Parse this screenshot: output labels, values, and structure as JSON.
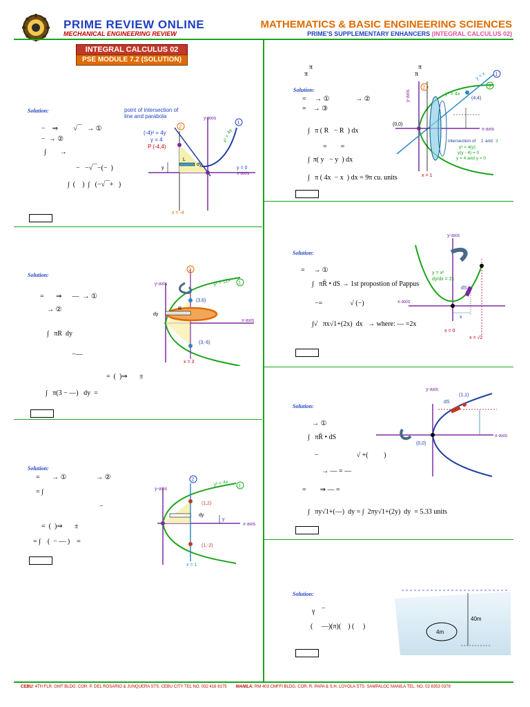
{
  "header": {
    "brand": "PRIME REVIEW ONLINE",
    "brand_sub": "MECHANICAL ENGINEERING REVIEW",
    "subject": "MATHEMATICS & BASIC ENGINEERING SCIENCES",
    "pse_prefix": "PRIME'S SUPPLEMENTARY ENHANCERS",
    "pse_topic": "(INTEGRAL CALCULUS 02)",
    "title": "INTEGRAL CALCULUS 02",
    "module": "PSE MODULE 7.2 (SOLUTION)"
  },
  "solution_label": "Solution:",
  "p1": {
    "eq1": "−    ⇒         √‾‾   → ①",
    "eq2": "−  → ②",
    "eq3": "∫        →",
    "eq4": "−   −√‾‾−(−  )",
    "eq5": "∫  (    )  ∫   (−√‾‾+   )",
    "note": "point of intersection of line and parabola",
    "l1": "(-4)² = 4y",
    "l2": "y = 4",
    "l3": "P (-4,4)",
    "curve": "x² = 4y",
    "yaxis": "y-axis",
    "xaxis": "x-axis",
    "y0": "y = 0",
    "xm4": "x = -4",
    "L": "L",
    "dy": "dy",
    "y": "y",
    "n1": "1",
    "n2": "2"
  },
  "p2": {
    "pi1": "π",
    "pi2": "π",
    "pi3": "π",
    "pi4": "π",
    "eq1": "=     → ①               → ②",
    "eq2": "=    → ③",
    "eq3": "∫   π ( R   − R  ) dx",
    "eq4": "=        =",
    "eq5": "∫  π( y   − y  ) dx",
    "eq6": "∫   π ( 4x  − x  ) dx = 9π cu. units",
    "yaxis": "y-axis",
    "xaxis": "x-axis",
    "c1": "y² = 4x",
    "c2": "y = x",
    "pt1": "(4,4)",
    "pt0": "(0,0)",
    "i1": "intersection of",
    "i1a": "1",
    "i1b": "and",
    "i1c": "3",
    "i2": "y² = 4(y)",
    "i3": "y(y - 4) = 0",
    "i4": "y = 4  and y = 0",
    "x1": "x = 1",
    "n1": "1",
    "n2": "2",
    "n3": "3"
  },
  "p3": {
    "eq1": "=       ⇒      —  → ①",
    "eq2": "→ ②",
    "eq3": "∫   πR  dy",
    "eq4": "−—",
    "eq5": "=  (  )⇒       ±",
    "eq6": "∫   π(3 − —)   dy  =",
    "yaxis": "y-axis",
    "xaxis": "x-axis",
    "curve": "y² = 12x",
    "pt1": "(3,6)",
    "pt2": "(3,-6)",
    "x3": "x = 3",
    "R": "R",
    "dy": "dy",
    "n1": "1",
    "n2": "2"
  },
  "p4": {
    "eq1": "=     → ①",
    "eq2": "∫   πR̄ • dS → 1st propostion of Pappus",
    "eq3": "−=                √ (−)",
    "eq4": "∫√   πx√1+(2x)  dx   → where: — =2x",
    "yaxis": "y-axis",
    "xaxis": "x-axis",
    "c1": "y = x²",
    "c2": "dy/dx = 2x",
    "dS": "dS",
    "x": "x",
    "x0": "x = 0",
    "xr2": "x = √2"
  },
  "p5": {
    "eq1": "=       → ①                 → ②",
    "eq2": "= ∫",
    "eq3": "−",
    "eq4": "=  (  )⇒       ±",
    "eq5": "= ∫    (  − — )    =",
    "yaxis": "y-axis",
    "xaxis": "x-axis",
    "curve": "y² = 4x",
    "pt1": "(1,2)",
    "pt2": "(1,-2)",
    "x1": "x = 1",
    "dy": "dy",
    "y": "y",
    "n1": "1",
    "n2": "2"
  },
  "p6": {
    "eq1": "→ ①",
    "eq2": "∫   πR̄ • dS",
    "eq3": "−                      √ +(         )",
    "eq4": "→ — = —",
    "eq5": "=        ⇒ — =",
    "eq6": "∫   πy√1+(—)  dy = ∫  2πy√1+(2y)  dy  = 5.33 units",
    "yaxis": "y-axis",
    "xaxis": "x-axis",
    "pt1": "(1,1)",
    "pt0": "(0,0)",
    "dS": "dS"
  },
  "p7": {
    "gamma": "γ",
    "eq1": "−",
    "eq2": "(     —)(π)(    ) (     )",
    "d40": "40m",
    "d4": "4m"
  },
  "footer": {
    "cebu_label": "CEBU:",
    "cebu": "4TH FLR. GMT BLDG. COR. P. DEL ROSARIO & JUNQUERA STS. CEBU CITY TEL NO. 032 416 8175",
    "manila_label": "MANILA:",
    "manila": "RM 403 CMFFI BLDG. COR. R. PAPA & S.H. LOYOLA STS. SAMPALOC MANILA TEL. NO. 02 8353 0379"
  }
}
